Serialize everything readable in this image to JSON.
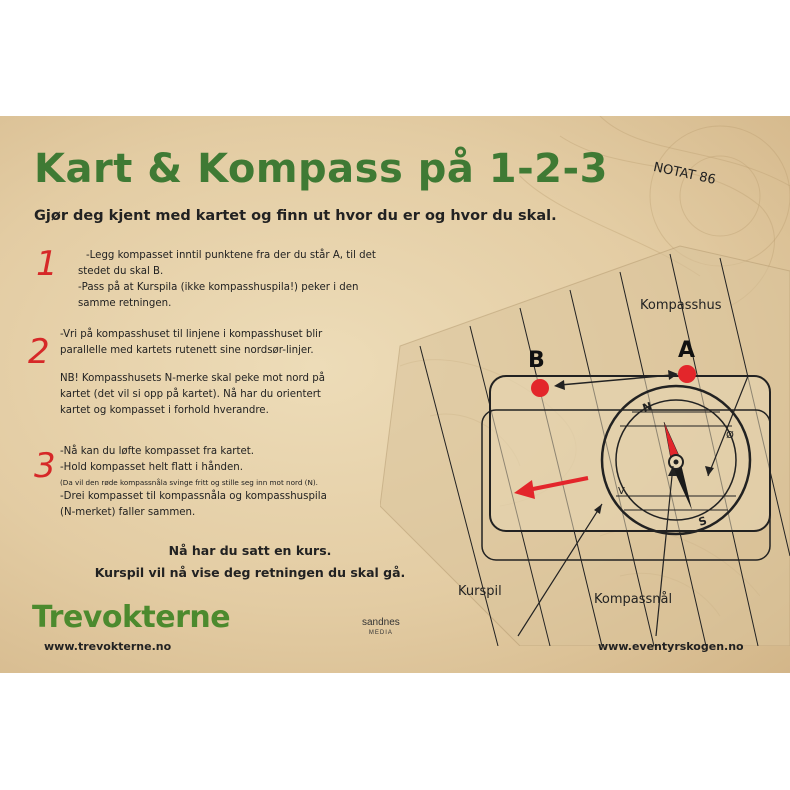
{
  "header": {
    "title": "Kart & Kompass på 1-2-3",
    "subtitle": "Gjør deg kjent med kartet og finn ut hvor du er og hvor du skal.",
    "note": "NOTAT 86"
  },
  "steps": [
    {
      "number": "1",
      "lines": [
        "-Legg kompasset inntil punktene fra der du står A, til det",
        "stedet du skal B.",
        "-Pass på at Kurspila (ikke kompasshuspila!) peker i den",
        "samme retningen."
      ]
    },
    {
      "number": "2",
      "lines": [
        "-Vri på kompasshuset til linjene i kompasshuset blir",
        "parallelle med kartets rutenett sine nordsør-linjer."
      ],
      "note_lines": [
        "NB! Kompasshusets N-merke skal peke mot nord på",
        "kartet (det vil si opp på kartet). Nå har du orientert",
        "kartet og kompasset i forhold hverandre."
      ]
    },
    {
      "number": "3",
      "line1": "-Nå kan du løfte kompasset fra kartet.",
      "line2": "-Hold kompasset helt flatt i hånden.",
      "small": "(Da vil den røde kompassnåla svinge fritt og stille seg inn mot nord (N).",
      "line3": "-Drei kompasset til kompassnåla og kompasshuspila",
      "line4": "(N-merket) faller sammen."
    }
  ],
  "closing": {
    "line1": "Nå har du satt en kurs.",
    "line2": "Kurspil vil nå vise deg retningen du skal gå."
  },
  "footer": {
    "logo": "Trevokterne",
    "logo_url": "www.trevokterne.no",
    "publisher": "sandnes",
    "publisher_sub": "MEDIA",
    "site_url": "www.eventyrskogen.no"
  },
  "diagram": {
    "point_a": "A",
    "point_b": "B",
    "label_housing": "Kompasshus",
    "label_course_arrow": "Kurspil",
    "label_needle": "Kompassnål",
    "ring_n": "N",
    "ring_s": "S",
    "ring_v": "V",
    "ring_o": "Ø"
  },
  "colors": {
    "title_green": "#3f7a34",
    "number_red": "#d62828",
    "marker_red": "#e3262b",
    "logo_green": "#4c8a2e"
  }
}
